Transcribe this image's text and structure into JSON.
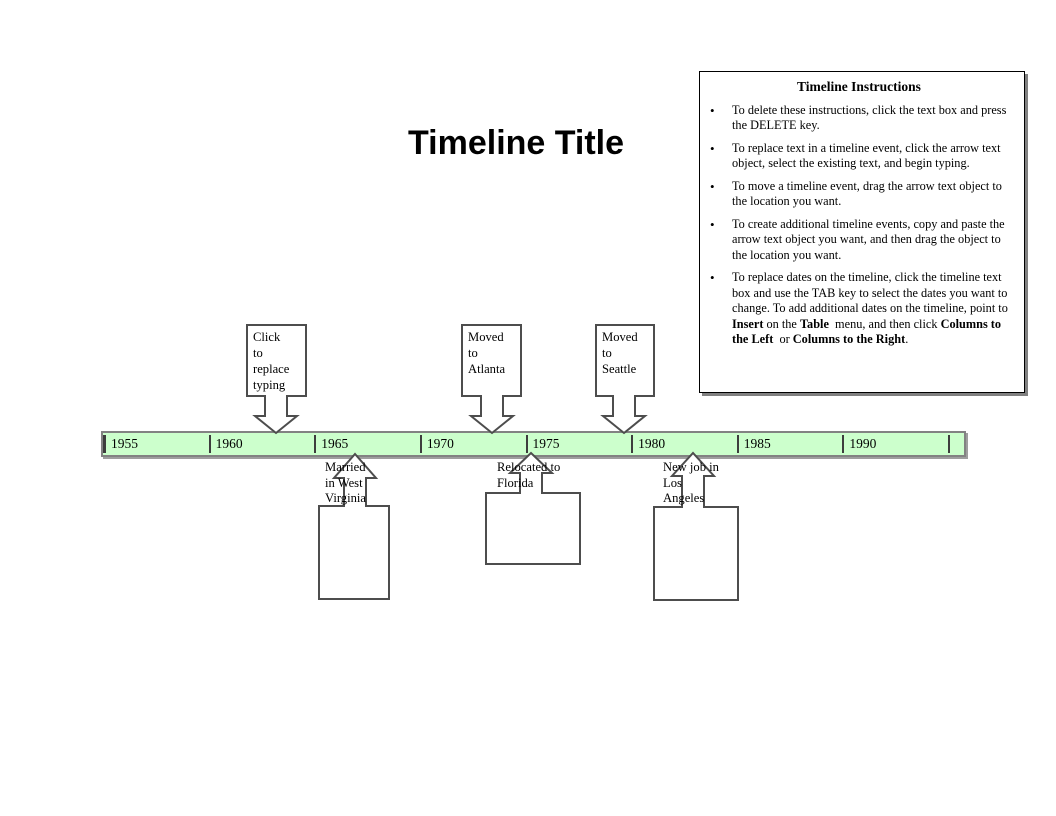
{
  "title": "Timeline Title",
  "instructions": {
    "heading": "Timeline Instructions",
    "bullets": [
      [
        {
          "text": "To delete these instructions, click the text box and press the DELETE key."
        }
      ],
      [
        {
          "text": "To replace text in a timeline event, click the arrow text object, select the existing text, and begin typing."
        }
      ],
      [
        {
          "text": "To move a timeline event, drag the arrow text object to the location you want."
        }
      ],
      [
        {
          "text": "To create additional timeline events, copy and paste the arrow text object you want, and then drag the object to the location you want."
        }
      ],
      [
        {
          "text": "To replace dates on the timeline, click the timeline text box and use the TAB key to select the dates you want to change. To add additional dates on the timeline, point to "
        },
        {
          "text": "Insert",
          "bold": true
        },
        {
          "text": " on the "
        },
        {
          "text": "Table",
          "bold": true
        },
        {
          "text": "  menu, and then click "
        },
        {
          "text": "Columns to the Left",
          "bold": true
        },
        {
          "text": "  or "
        },
        {
          "text": "Columns to the Right",
          "bold": true
        },
        {
          "text": "."
        }
      ]
    ]
  },
  "timeline": {
    "years": [
      "1955",
      "1960",
      "1965",
      "1970",
      "1975",
      "1980",
      "1985",
      "1990"
    ],
    "fill_color": "#ccffcc",
    "border_color": "#828282",
    "tick_color": "#3d3d3d"
  },
  "events": {
    "above": [
      {
        "label": "Click\nto\nreplace\ntyping"
      },
      {
        "label": "Moved\nto\nAtlanta"
      },
      {
        "label": "Moved\nto\nSeattle"
      }
    ],
    "below": [
      {
        "label": "Married\nin West\nVirginia"
      },
      {
        "label": "Relocated to\nFlorida"
      },
      {
        "label": "New job in\nLos\nAngeles"
      }
    ]
  }
}
